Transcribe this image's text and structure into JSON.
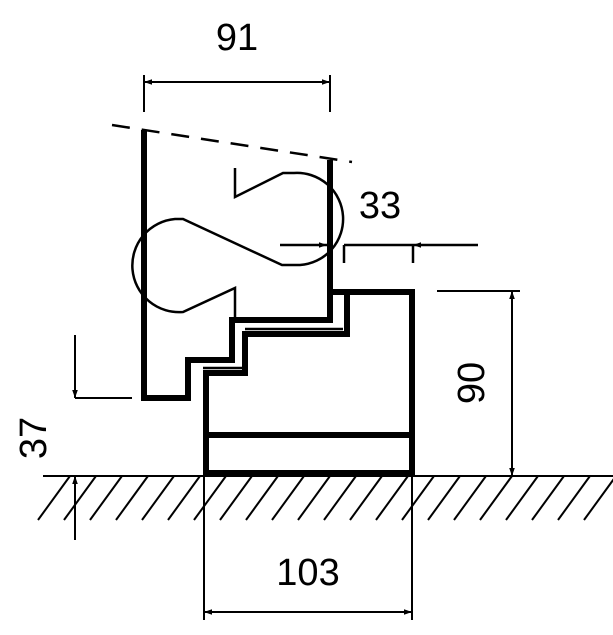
{
  "dimensions": {
    "sash_width": "91",
    "overlap": "33",
    "frame_height": "90",
    "sill_height": "37",
    "frame_width": "103"
  },
  "colors": {
    "line": "#000000",
    "background": "#ffffff"
  }
}
